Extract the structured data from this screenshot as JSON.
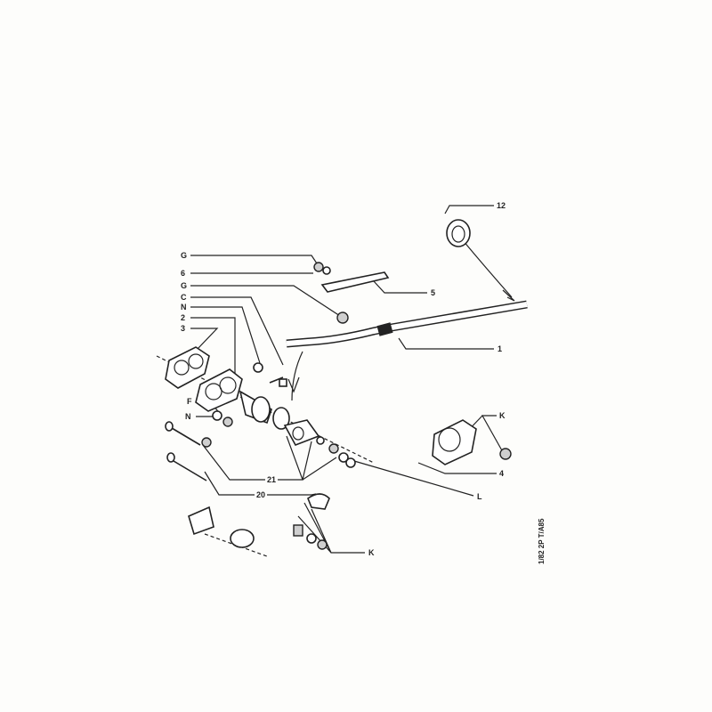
{
  "diagram": {
    "reference_code": "1/82 2P T/A85",
    "labels": {
      "l12": "12",
      "g1": "G",
      "l6": "6",
      "g2": "G",
      "c": "C",
      "n1": "N",
      "l2": "2",
      "l3": "3",
      "l5": "5",
      "l1": "1",
      "f": "F",
      "n2": "N",
      "k1": "K",
      "l4": "4",
      "l21": "21",
      "l": "L",
      "l20": "20",
      "k2": "K"
    }
  }
}
